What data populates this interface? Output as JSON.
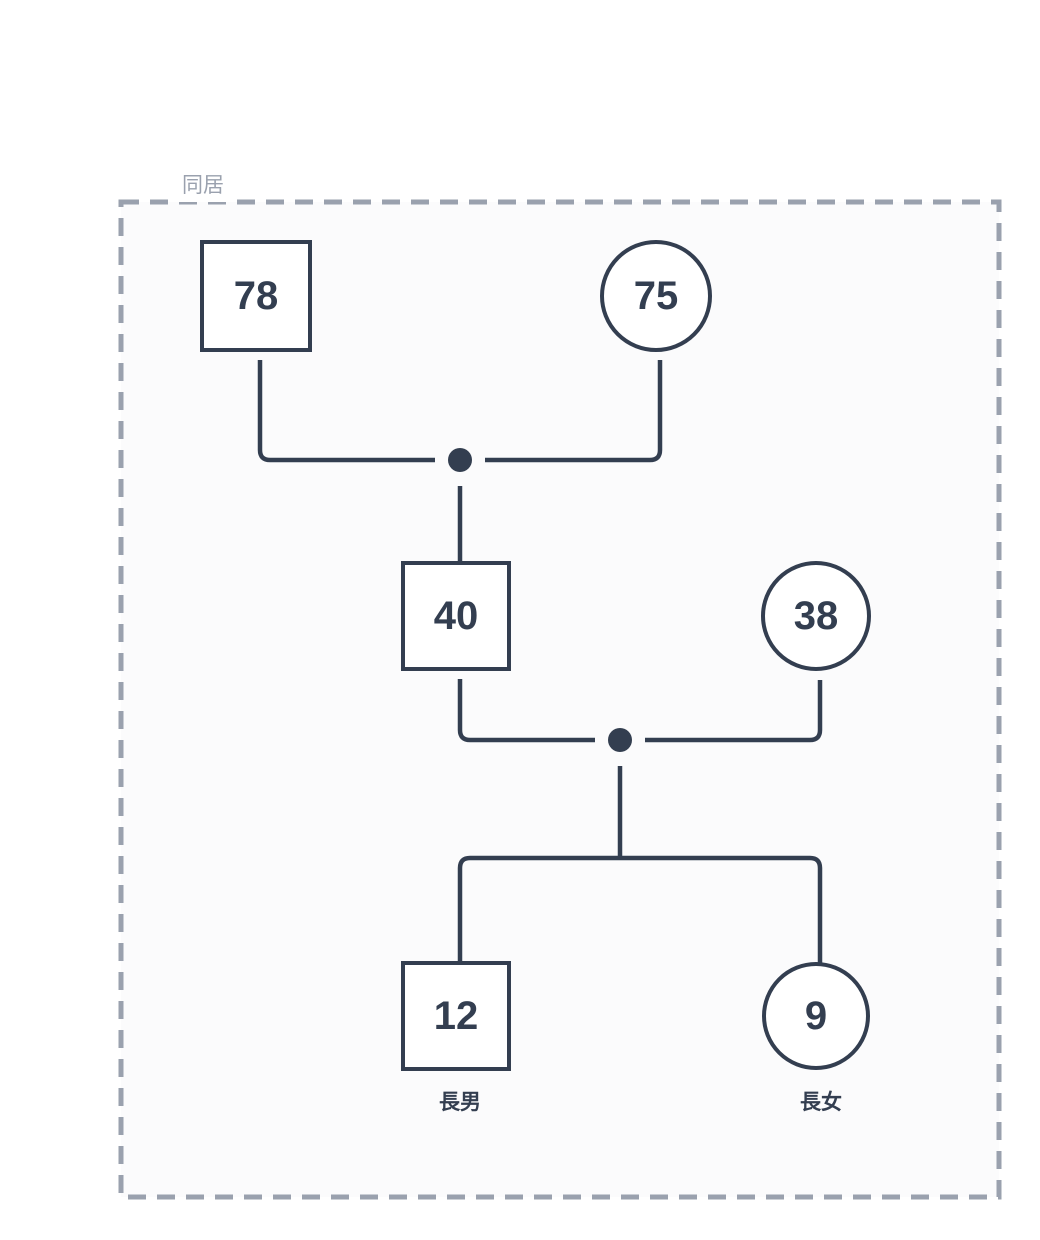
{
  "genogram": {
    "group_label": "同居",
    "nodes": [
      {
        "role": "grandfather",
        "shape": "square",
        "sex": "male",
        "age": "78",
        "label": ""
      },
      {
        "role": "grandmother",
        "shape": "circle",
        "sex": "female",
        "age": "75",
        "label": ""
      },
      {
        "role": "father",
        "shape": "square",
        "sex": "male",
        "age": "40",
        "label": ""
      },
      {
        "role": "mother",
        "shape": "circle",
        "sex": "female",
        "age": "38",
        "label": ""
      },
      {
        "role": "eldest-son",
        "shape": "square",
        "sex": "male",
        "age": "12",
        "label": "長男"
      },
      {
        "role": "eldest-daughter",
        "shape": "circle",
        "sex": "female",
        "age": "9",
        "label": "長女"
      }
    ],
    "colors": {
      "node_stroke": "#333e50",
      "boundary_gray": "#9aa1ae",
      "boundary_fill": "#fbfbfc",
      "node_fill": "#ffffff"
    }
  }
}
